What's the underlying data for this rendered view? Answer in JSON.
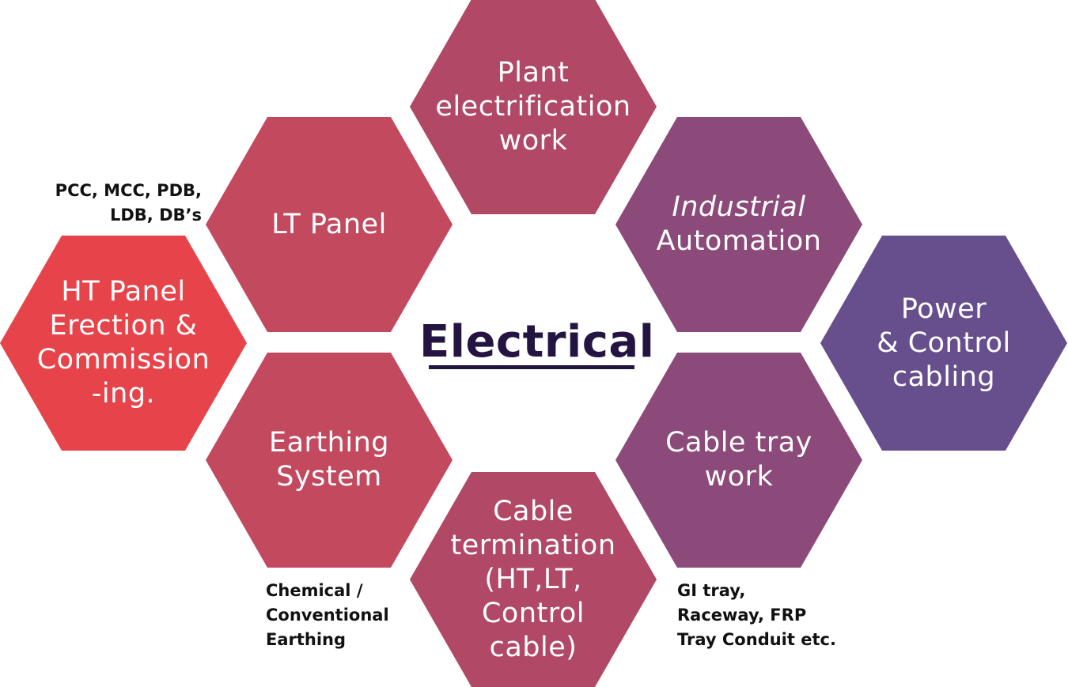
{
  "center": {
    "title": "Electrical"
  },
  "hexagons": [
    {
      "id": "plant",
      "lines": [
        "Plant",
        "electrification",
        "work"
      ],
      "color": "#B04866"
    },
    {
      "id": "lt",
      "lines": [
        "LT Panel"
      ],
      "color": "#C3495F"
    },
    {
      "id": "ht",
      "lines": [
        "HT Panel",
        "Erection &",
        "Commission",
        "-ing."
      ],
      "color": "#E6444A"
    },
    {
      "id": "auto",
      "lines": [
        "Industrial",
        "Automation"
      ],
      "color": "#8B4A79"
    },
    {
      "id": "power",
      "lines": [
        "Power",
        "& Control",
        "cabling"
      ],
      "color": "#674E8C"
    },
    {
      "id": "earth",
      "lines": [
        "Earthing",
        "System"
      ],
      "color": "#C3495F"
    },
    {
      "id": "cable",
      "lines": [
        "Cable",
        "termination",
        "(HT,LT,",
        "Control",
        "cable)"
      ],
      "color": "#B04866"
    },
    {
      "id": "tray",
      "lines": [
        "Cable tray",
        "work"
      ],
      "color": "#8B4A79"
    }
  ],
  "notes": {
    "lt": [
      "PCC, MCC, PDB,",
      "LDB, DB’s"
    ],
    "earth": [
      "Chemical /",
      "Conventional",
      "Earthing"
    ],
    "tray": [
      "GI tray,",
      "Raceway, FRP",
      "Tray Conduit etc."
    ]
  }
}
